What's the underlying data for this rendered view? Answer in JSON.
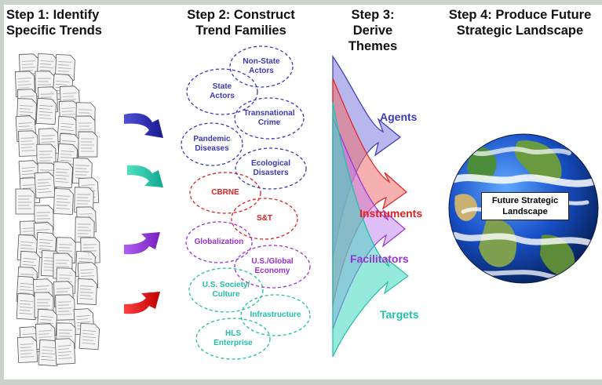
{
  "steps": {
    "step1": [
      "Step 1: Identify",
      "Specific Trends"
    ],
    "step2": [
      "Step 2: Construct",
      "Trend Families"
    ],
    "step3": [
      "Step 3: Derive",
      "Themes"
    ],
    "step4": [
      "Step 4: Produce Future",
      "Strategic Landscape"
    ]
  },
  "families": [
    {
      "lines": [
        "Non-State",
        "Actors"
      ],
      "color": "#3a3ab8"
    },
    {
      "lines": [
        "State",
        "Actors"
      ],
      "color": "#3a3ab8"
    },
    {
      "lines": [
        "Transnational",
        "Crime"
      ],
      "color": "#3a3ab8"
    },
    {
      "lines": [
        "Pandemic",
        "Diseases"
      ],
      "color": "#3a3ab8"
    },
    {
      "lines": [
        "Ecological",
        "Disasters"
      ],
      "color": "#3a3ab8"
    },
    {
      "lines": [
        "CBRNE"
      ],
      "color": "#e02020"
    },
    {
      "lines": [
        "S&T"
      ],
      "color": "#e02020"
    },
    {
      "lines": [
        "Globalization"
      ],
      "color": "#9b30d8"
    },
    {
      "lines": [
        "U.S./Global",
        "Economy"
      ],
      "color": "#9b30d8"
    },
    {
      "lines": [
        "U.S. Society/",
        "Culture"
      ],
      "color": "#20c0a8"
    },
    {
      "lines": [
        "Infrastructure"
      ],
      "color": "#20c0a8"
    },
    {
      "lines": [
        "HLS",
        "Enterprise"
      ],
      "color": "#20c0a8"
    }
  ],
  "themes": [
    {
      "label": "Agents",
      "color": "#3a3ab8"
    },
    {
      "label": "Instruments",
      "color": "#e02020"
    },
    {
      "label": "Facilitators",
      "color": "#9b30d8"
    },
    {
      "label": "Targets",
      "color": "#20c0a8"
    }
  ],
  "globe_label": [
    "Future Strategic",
    "Landscape"
  ]
}
